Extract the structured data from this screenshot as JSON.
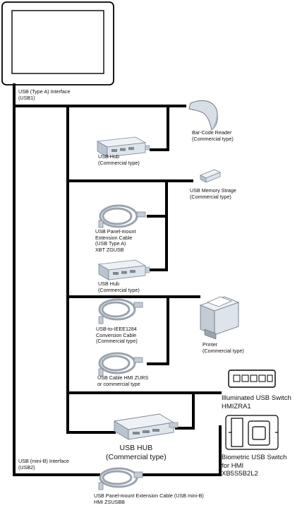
{
  "ports": {
    "usb1": "USB (Type A) Interface\n(USB1)",
    "usb2": "USB (mini-B) Interface\n(USB2)"
  },
  "devices": {
    "barcode_reader": "Bar-Code Reader\n(Commercial type)",
    "usb_hub_1": "USB Hub\n(Commercial type)",
    "usb_memory": "USB Memory Strage\n(Commercial type)",
    "panel_mount_cable_a": "USB Panel-mount\nExtension Cable\n(USB Type A)\nXBT ZGUSB",
    "usb_hub_2": "USB Hub\n(Commercial type)",
    "ieee1284_cable": "USB-to-IEEE1284\nConversion Cable\n(Commercial type)",
    "printer": "Printer\n(Commercial type)",
    "usb_cable_hmi": "USB Cable HMI ZURS\nor commercial type",
    "illuminated_switch": "Illuminated USB Switch\nHMIZRA1",
    "usb_hub_big": "USB HUB\n(Commercial type)",
    "biometric_switch": "Biometric USB Switch\nfor HMI\nXB5S5B2L2",
    "panel_mount_cable_minib": "USB Panel-mount Extension Cable (USB mini-B)\nHMI ZSUSBB"
  },
  "colors": {
    "line": "#000000",
    "device_body": "#e3e9f0",
    "device_side": "#b9c4d0",
    "port": "#7d8894",
    "cable": "#9aa4ae"
  }
}
